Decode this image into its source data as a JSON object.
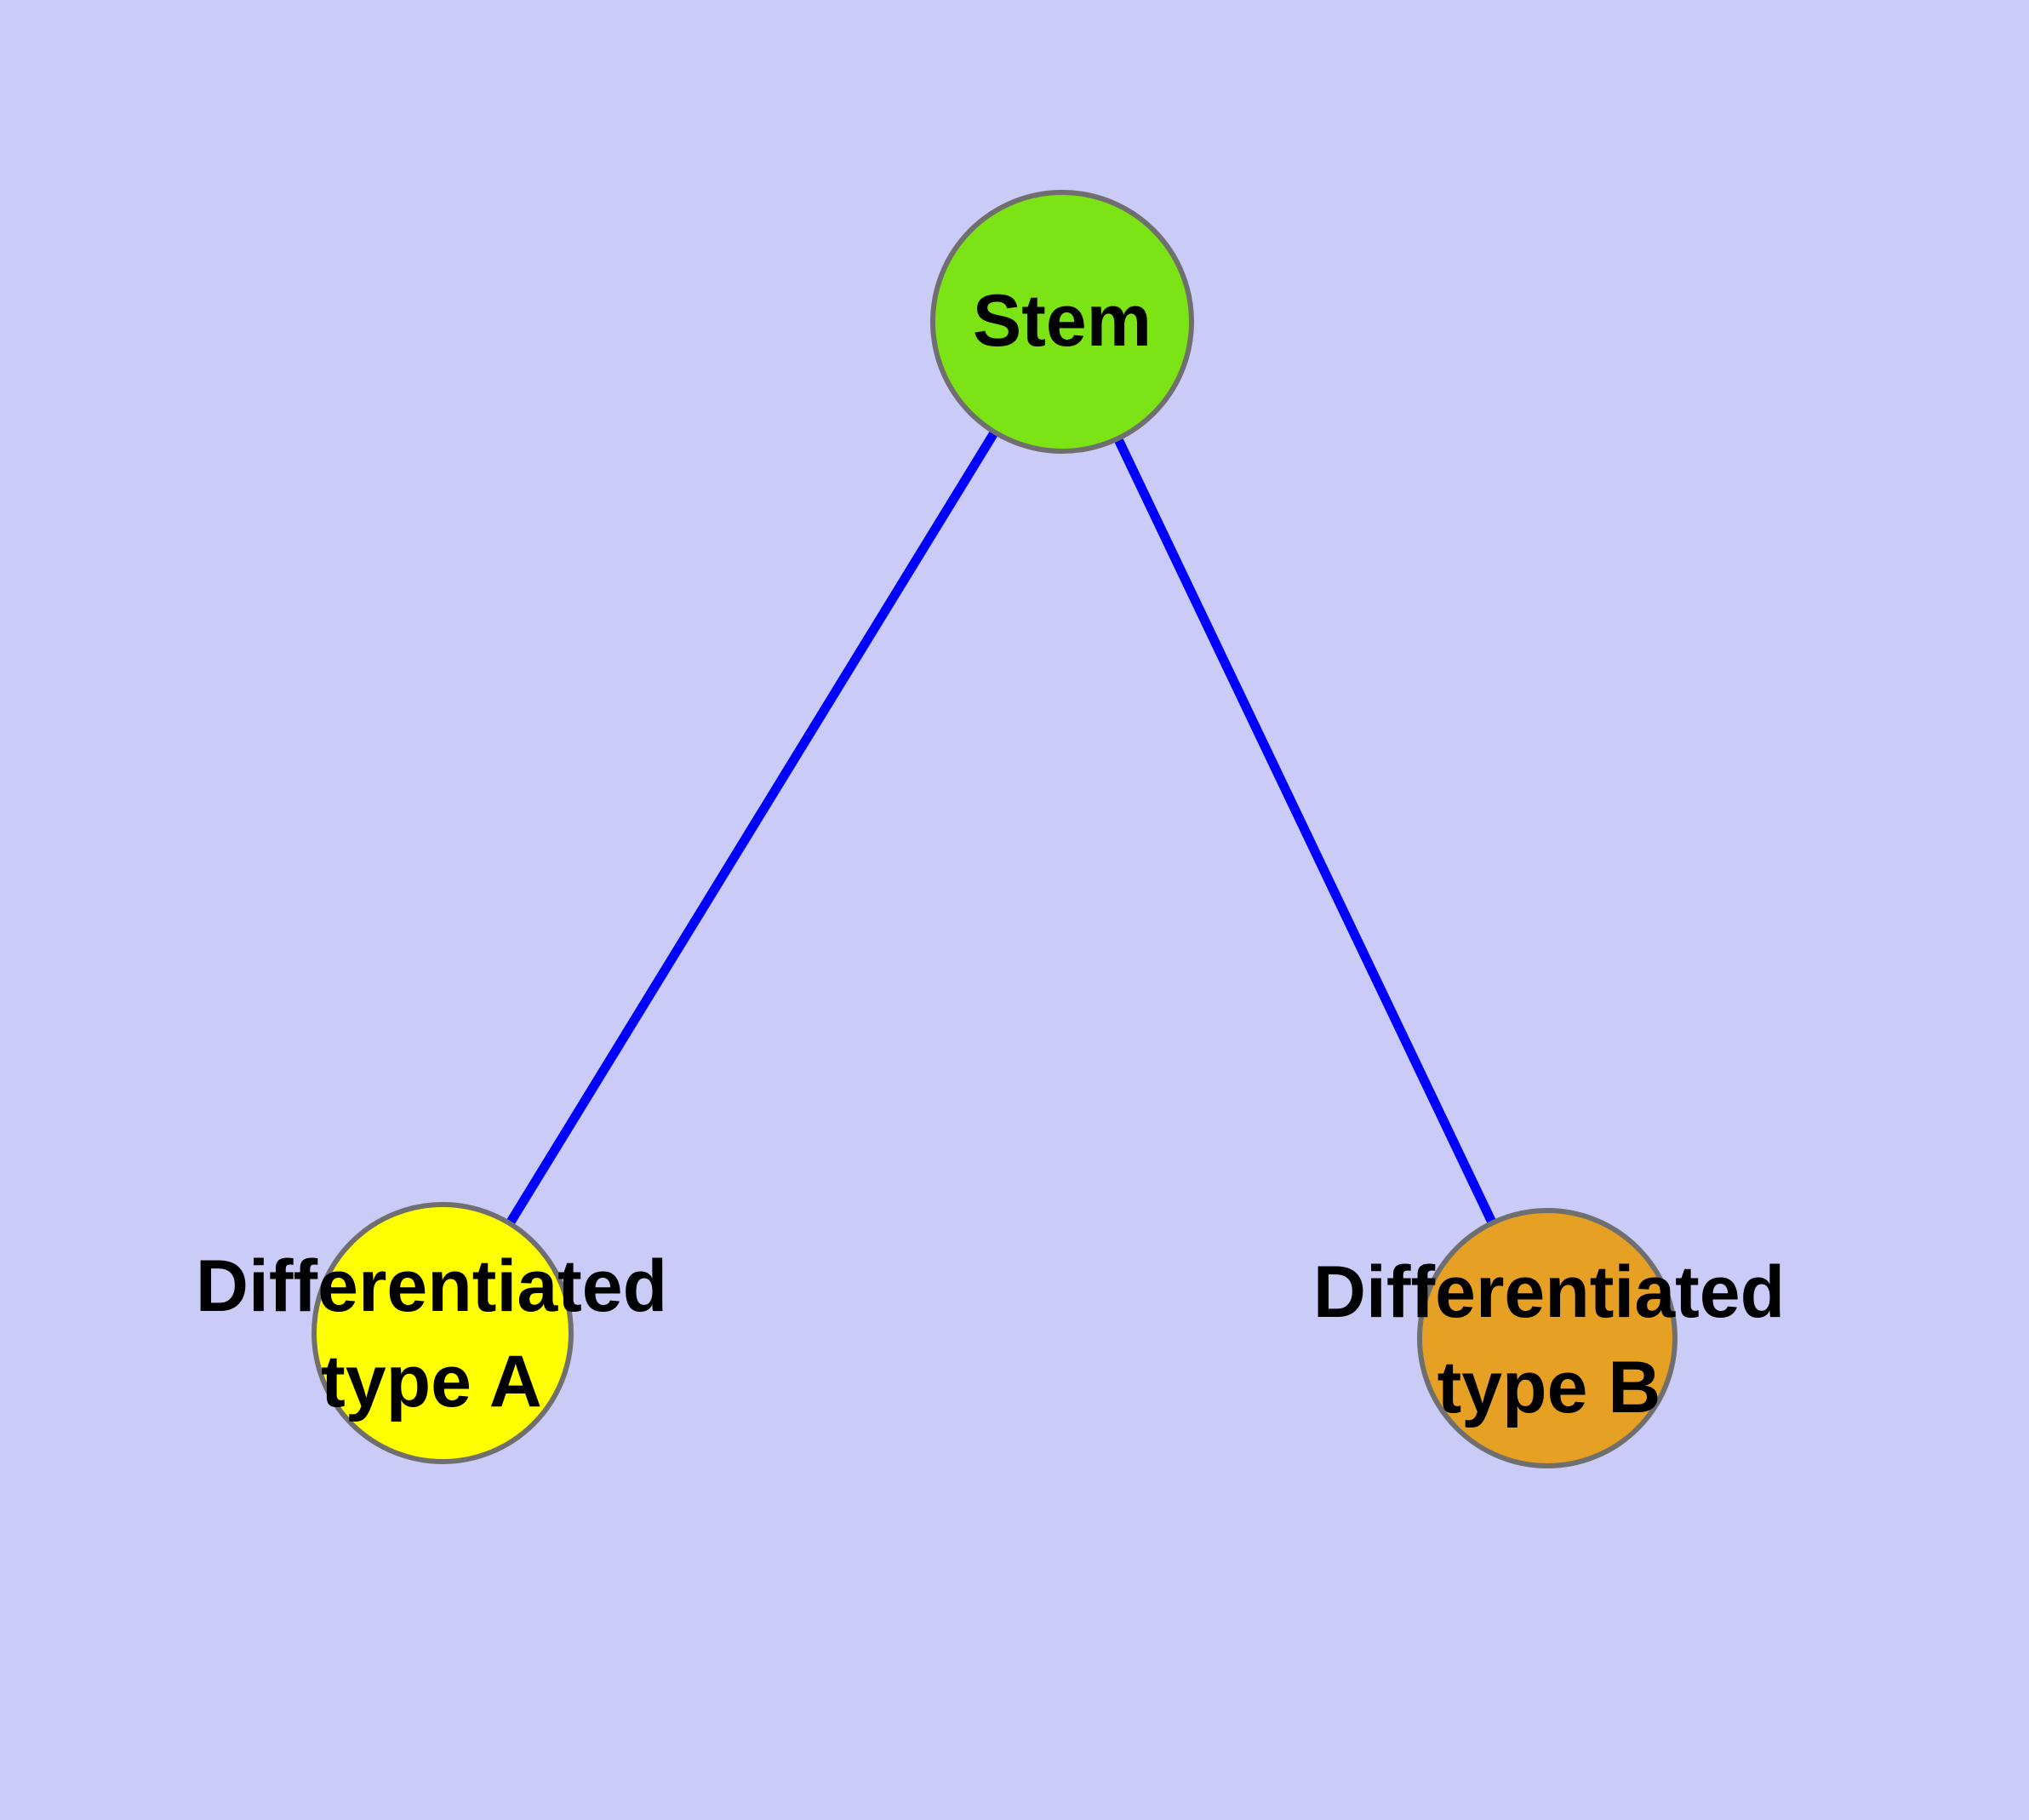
{
  "diagram": {
    "type": "node-link-graph",
    "background_color": "#CBCBF8",
    "edge_color": "#0000FF",
    "node_border_color": "#6F6F6F",
    "text_color": "#000000",
    "nodes": [
      {
        "id": "stem",
        "label": "Stem",
        "fill": "#7CE414",
        "shape": "circle"
      },
      {
        "id": "differentiated-type-a",
        "label": "Differentiated\ntype A",
        "fill": "#FFFF00",
        "shape": "circle"
      },
      {
        "id": "differentiated-type-b",
        "label": "Differentiated\ntype B",
        "fill": "#E6A024",
        "shape": "circle"
      }
    ],
    "edges": [
      {
        "from": "stem",
        "to": "differentiated-type-a"
      },
      {
        "from": "stem",
        "to": "differentiated-type-b"
      }
    ]
  }
}
